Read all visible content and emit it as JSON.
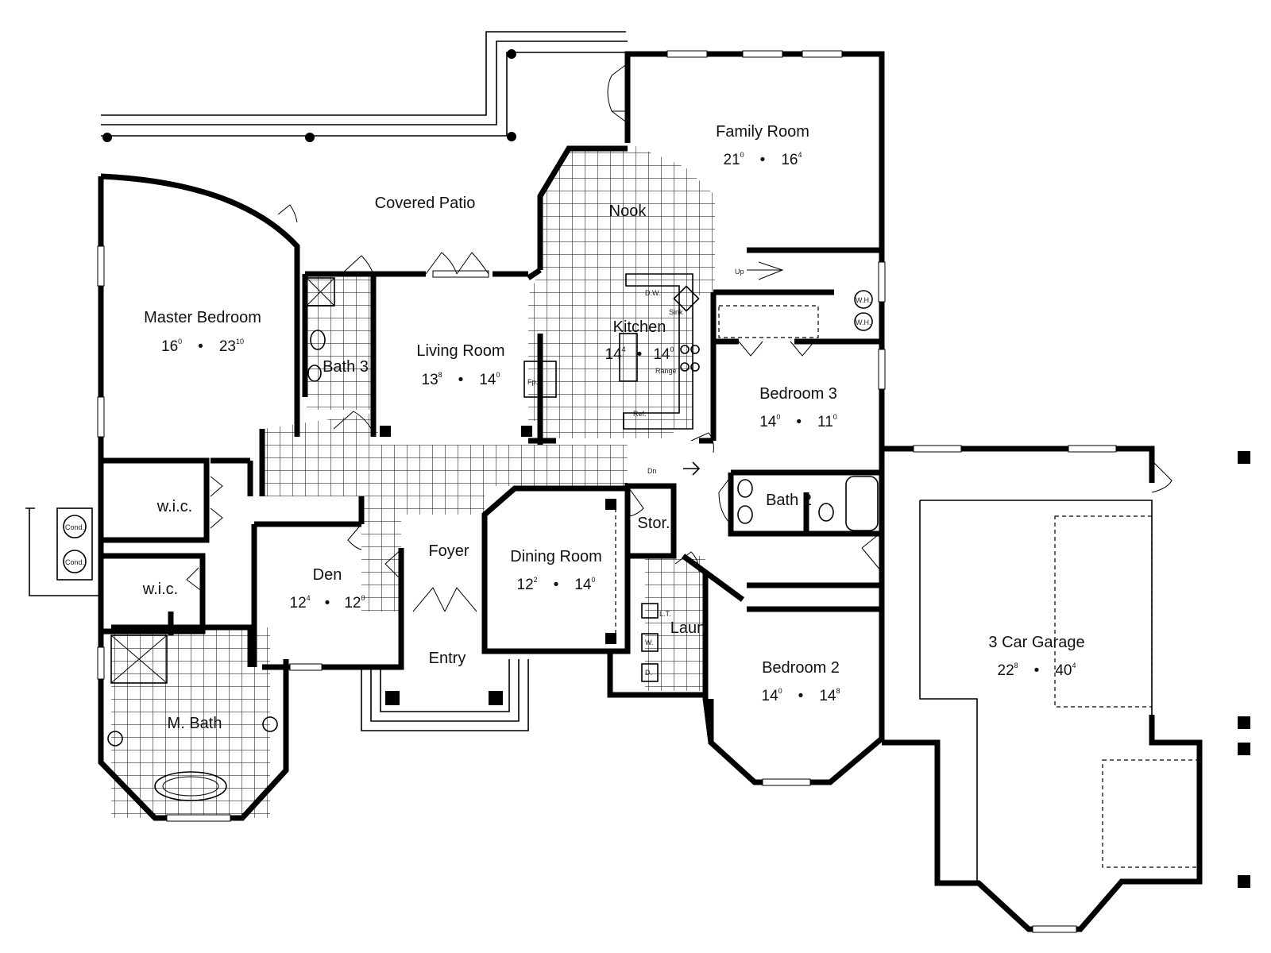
{
  "rooms": {
    "family_room": {
      "name": "Family Room",
      "w": "21",
      "w_in": "0",
      "d": "16",
      "d_in": "4"
    },
    "covered_patio": {
      "name": "Covered Patio"
    },
    "nook": {
      "name": "Nook"
    },
    "master_bedroom": {
      "name": "Master Bedroom",
      "w": "16",
      "w_in": "0",
      "d": "23",
      "d_in": "10"
    },
    "bath3": {
      "name": "Bath 3"
    },
    "living_room": {
      "name": "Living Room",
      "w": "13",
      "w_in": "8",
      "d": "14",
      "d_in": "0"
    },
    "kitchen": {
      "name": "Kitchen",
      "w": "14",
      "w_in": "4",
      "d": "14",
      "d_in": "0"
    },
    "bedroom3": {
      "name": "Bedroom 3",
      "w": "14",
      "w_in": "0",
      "d": "11",
      "d_in": "0"
    },
    "bath2": {
      "name": "Bath 2"
    },
    "wic1": {
      "name": "w.i.c."
    },
    "wic2": {
      "name": "w.i.c."
    },
    "den": {
      "name": "Den",
      "w": "12",
      "w_in": "4",
      "d": "12",
      "d_in": "0"
    },
    "foyer": {
      "name": "Foyer"
    },
    "dining_room": {
      "name": "Dining Room",
      "w": "12",
      "w_in": "2",
      "d": "14",
      "d_in": "0"
    },
    "stor": {
      "name": "Stor."
    },
    "laun": {
      "name": "Laun"
    },
    "entry": {
      "name": "Entry"
    },
    "mbath": {
      "name": "M. Bath"
    },
    "bedroom2": {
      "name": "Bedroom 2",
      "w": "14",
      "w_in": "0",
      "d": "14",
      "d_in": "8"
    },
    "garage": {
      "name": "3 Car Garage",
      "w": "22",
      "w_in": "8",
      "d": "40",
      "d_in": "4"
    }
  },
  "separator": "•",
  "fixtures": {
    "dw": "D.W.",
    "sink": "Sink",
    "range": "Range",
    "ref": "Ref.",
    "fp": "Fp.",
    "up": "Up",
    "dn": "Dn",
    "wh1": "W.H.",
    "wh2": "W.H.",
    "lt": "L.T.",
    "w": "W.",
    "d": "D.",
    "cond1": "Cond.",
    "cond2": "Cond."
  }
}
